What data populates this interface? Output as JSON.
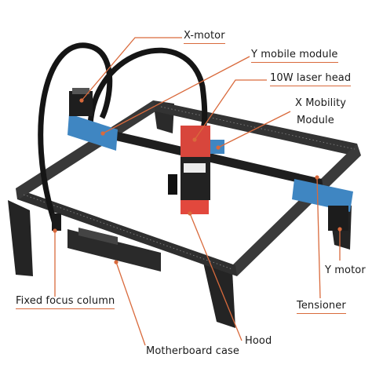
{
  "labels": {
    "x_motor": "X-motor",
    "y_mobile_module": "Y mobile module",
    "laser_head": "10W laser head",
    "x_mobility_line1": "X Mobility",
    "x_mobility_line2": "Module",
    "y_motor": "Y motor",
    "tensioner": "Tensioner",
    "fixed_focus_column": "Fixed focus column",
    "motherboard_case": "Motherboard case",
    "hood": "Hood"
  },
  "colors": {
    "leader": "#d96a3c",
    "frame": "#2b2b2b",
    "blue_part": "#3f86c2",
    "laser_red": "#d8463c"
  }
}
